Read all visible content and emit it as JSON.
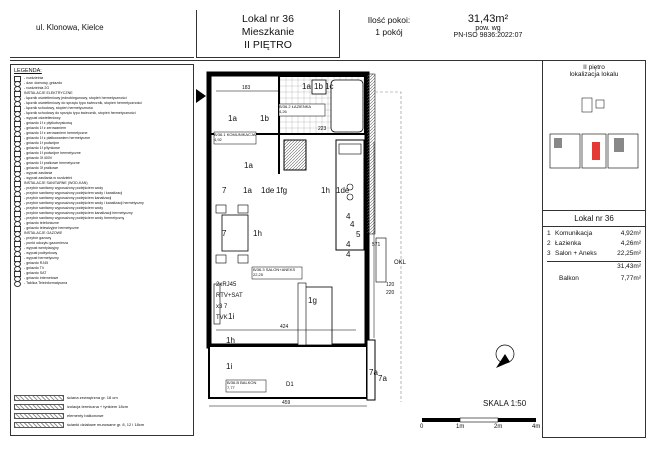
{
  "header": {
    "address": "ul. Klonowa, Kielce",
    "unit_title": "Lokal nr 36",
    "unit_type": "Mieszkanie",
    "floor": "II PIĘTRO",
    "rooms_label": "Ilość pokoi:",
    "rooms_value": "1 pokój",
    "area_value": "31,43m²",
    "area_note": "pow. wg",
    "area_standard": "PN-ISO 9836:2022:07"
  },
  "legend": {
    "title": "LEGENDA:",
    "items": [
      "- rozdzielnia",
      "- dzw. domowy, gniazdo",
      "- rozdzielnia 2G",
      "INSTALACJE ELEKTRYCZNE",
      "- łącznik oświetleniowy jednobiegunowy, stopień hermetyczności",
      "- łącznik oświetleniowy do sprzętu typu świecznik, stopień hermetyczności",
      "- łącznik schodowy, stopień hermetyczności",
      "- łącznik schodowy do sprzętu typu świecznik, stopień hermetyczności",
      "- wypust oświetleniowy",
      "- gniazdo 1f z płytkotrzyskową",
      "- gniazdo 1f z zerowaniem",
      "- gniazdo 1f z zerowaniem hermetyczne",
      "- gniazdo 1f z płatkowaniem hermetyczne",
      "- gniazdo 1f podwójne",
      "- gniazdo 1f p/tynkowe",
      "- gniazdo 1f podwójne hermetyczne",
      "- gniazdo 3f 400V",
      "- gniazdo 1f pralkowe hermetyczne",
      "- gniazdo 3f pralkowe",
      "- wypust zasilania",
      "- wypust zasilania w rozdzielni",
      "INSTALACJE SANITARNE (WOD-KAN)",
      "- przybór sanitarny wyposażony podejściem wody",
      "- przybór sanitarny wyposażony podejściem wody i kanalizacji",
      "- przybór sanitarny wyposażony podejściem kanalizacji",
      "- przybór sanitarny wyposażony podejściem wody i kanalizacji hermetyczny",
      "- przybór sanitarny wyposażony podejściem wody",
      "- przybór sanitarny wyposażony podejściem kanalizacji hermetyczny",
      "- przybór sanitarny wyposażony podejściem wody hermetyczny",
      "- gniazdo telefoniczne",
      "- gniazdo telewizyjne hermetyczne",
      "INSTALACJE GAZOWE",
      "- przybór gazowy",
      "- punkt odczytu gazomierza",
      "- wypust wentylacyjny",
      "- wypust podtynkowy",
      "- wypust hermetyczny",
      "- gniazdo RJ45",
      "- gniazdo TV",
      "- gniazdo SAT",
      "- gniazdo internetowe",
      "- Tablica Teleinformatyczna"
    ],
    "bottom": [
      "ściana zewnętrzna gr. 18 cm",
      "izolacja termiczna + tynkiem 18cm",
      "elementy balkonowe",
      "ścianki działowe murowane gr. 8, 12 i 18cm"
    ]
  },
  "plan": {
    "rooms": [
      {
        "code": "B/36.2",
        "name": "ŁAZIENKA",
        "area": "4,26"
      },
      {
        "code": "B/36.1",
        "name": "KOMUNIKACJA",
        "area": "4,92"
      },
      {
        "code": "B/36.3",
        "name": "SALON+ANEKS",
        "area": "22,25"
      },
      {
        "code": "B/36.B",
        "name": "BALKON",
        "area": "7,77"
      }
    ],
    "dims": [
      "183",
      "223",
      "571",
      "424",
      "459",
      "220",
      "120"
    ],
    "labels": [
      "1a",
      "1b",
      "1c",
      "1a",
      "1b",
      "1a",
      "7",
      "1a",
      "1de",
      "1fg",
      "1h",
      "1de",
      "7",
      "1h",
      "1i",
      "1h",
      "1i",
      "1g",
      "4",
      "4",
      "5",
      "4",
      "4",
      "7a",
      "7a",
      "2xRJ45",
      "RTV+SAT",
      "x3",
      "7",
      "TVK",
      "D1",
      "OKL"
    ],
    "scale": "SKALA 1:50",
    "scale_ticks": [
      "0",
      "1m",
      "2m",
      "4m"
    ]
  },
  "right": {
    "floor_title": "II piętro",
    "floor_subtitle": "lokalizacja lokalu",
    "summary_title": "Lokal nr 36",
    "rooms": [
      {
        "n": "1",
        "name": "Komunikacja",
        "area": "4,92m²"
      },
      {
        "n": "2",
        "name": "Łazienka",
        "area": "4,26m²"
      },
      {
        "n": "3",
        "name": "Salon + Aneks",
        "area": "22,25m²"
      }
    ],
    "total": "31,43m²",
    "balcony_label": "Balkon",
    "balcony_area": "7,77m²"
  }
}
